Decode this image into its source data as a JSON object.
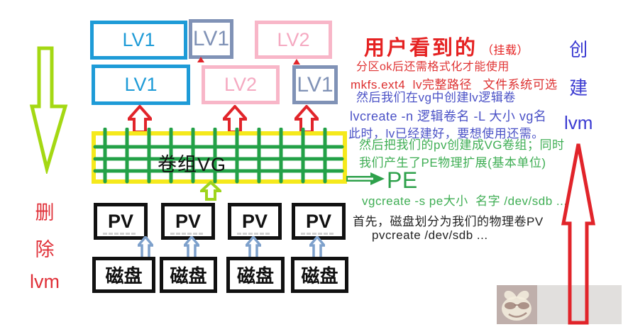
{
  "lv_row1": [
    {
      "label": "LV1"
    },
    {
      "label": "LV1"
    },
    {
      "label": "LV2"
    }
  ],
  "lv_row2": [
    {
      "label": "LV1"
    },
    {
      "label": "LV2"
    },
    {
      "label": "LV1"
    }
  ],
  "vg_label": "卷组VG",
  "pe_label": "PE",
  "pv_labels": [
    "PV",
    "PV",
    "PV",
    "PV"
  ],
  "disk_labels": [
    "磁盘",
    "磁盘",
    "磁盘",
    "磁盘"
  ],
  "left_note": {
    "l1": "删",
    "l2": "除",
    "l3": "lvm"
  },
  "right_note": {
    "l1": "创",
    "l2": "建",
    "l3": "lvm"
  },
  "notes": {
    "title": "用户看到的",
    "title_suffix": "（挂载）",
    "format_tip": "分区ok后还需格式化才能使用",
    "mkfs_cmd": "mkfs.ext4  lv完整路径   文件系统可选",
    "lv_intro": "然后我们在vg中创建lv逻辑卷",
    "lvcreate_cmd": "lvcreate -n 逻辑卷名 -L 大小 vg名",
    "lv_done": "此时，lv已经建好，要想使用还需。",
    "vg_intro": "然后把我们的pv创建成VG卷组；同时",
    "pe_intro": "我们产生了PE物理扩展(基本单位)",
    "vgcreate_cmd": "vgcreate -s pe大小  名字 /dev/sdb ...",
    "pv_intro": "首先，磁盘划分为我们的物理卷PV",
    "pvcreate_cmd": "pvcreate /dev/sdb ..."
  },
  "colors": {
    "lv_blue": "#1e9bd7",
    "lv_gray": "#8092b6",
    "lv_pink": "#f8b6c8",
    "vg_border_yellow": "#f5e91c",
    "grid_green": "#23a147",
    "arrow_red": "#e1242a",
    "arrow_lightblue": "#7ea1cc",
    "arrow_yellowgreen": "#a4d813",
    "text_red": "#e52222",
    "text_blue": "#4a51c6",
    "text_green": "#3fae54",
    "text_black": "#222222",
    "create_lvm_blue": "#3b3bd2",
    "delete_lvm_red": "#e03038"
  }
}
